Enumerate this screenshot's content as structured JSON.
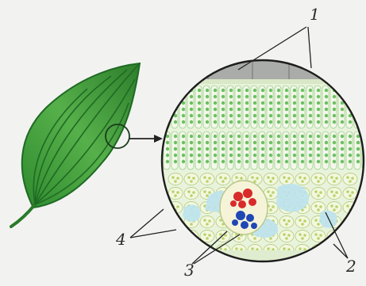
{
  "labels": {
    "one": "1",
    "two": "2",
    "three": "3",
    "four": "4"
  },
  "colors": {
    "leaf": "#3f9a3a",
    "leaf_dark": "#1f6a24",
    "epidermis": "#a9aca8",
    "mesophyll_green": "#6cbf63",
    "xylem": "#d92b2b",
    "phloem": "#1f47b5",
    "air_space": "#bde3ee"
  }
}
